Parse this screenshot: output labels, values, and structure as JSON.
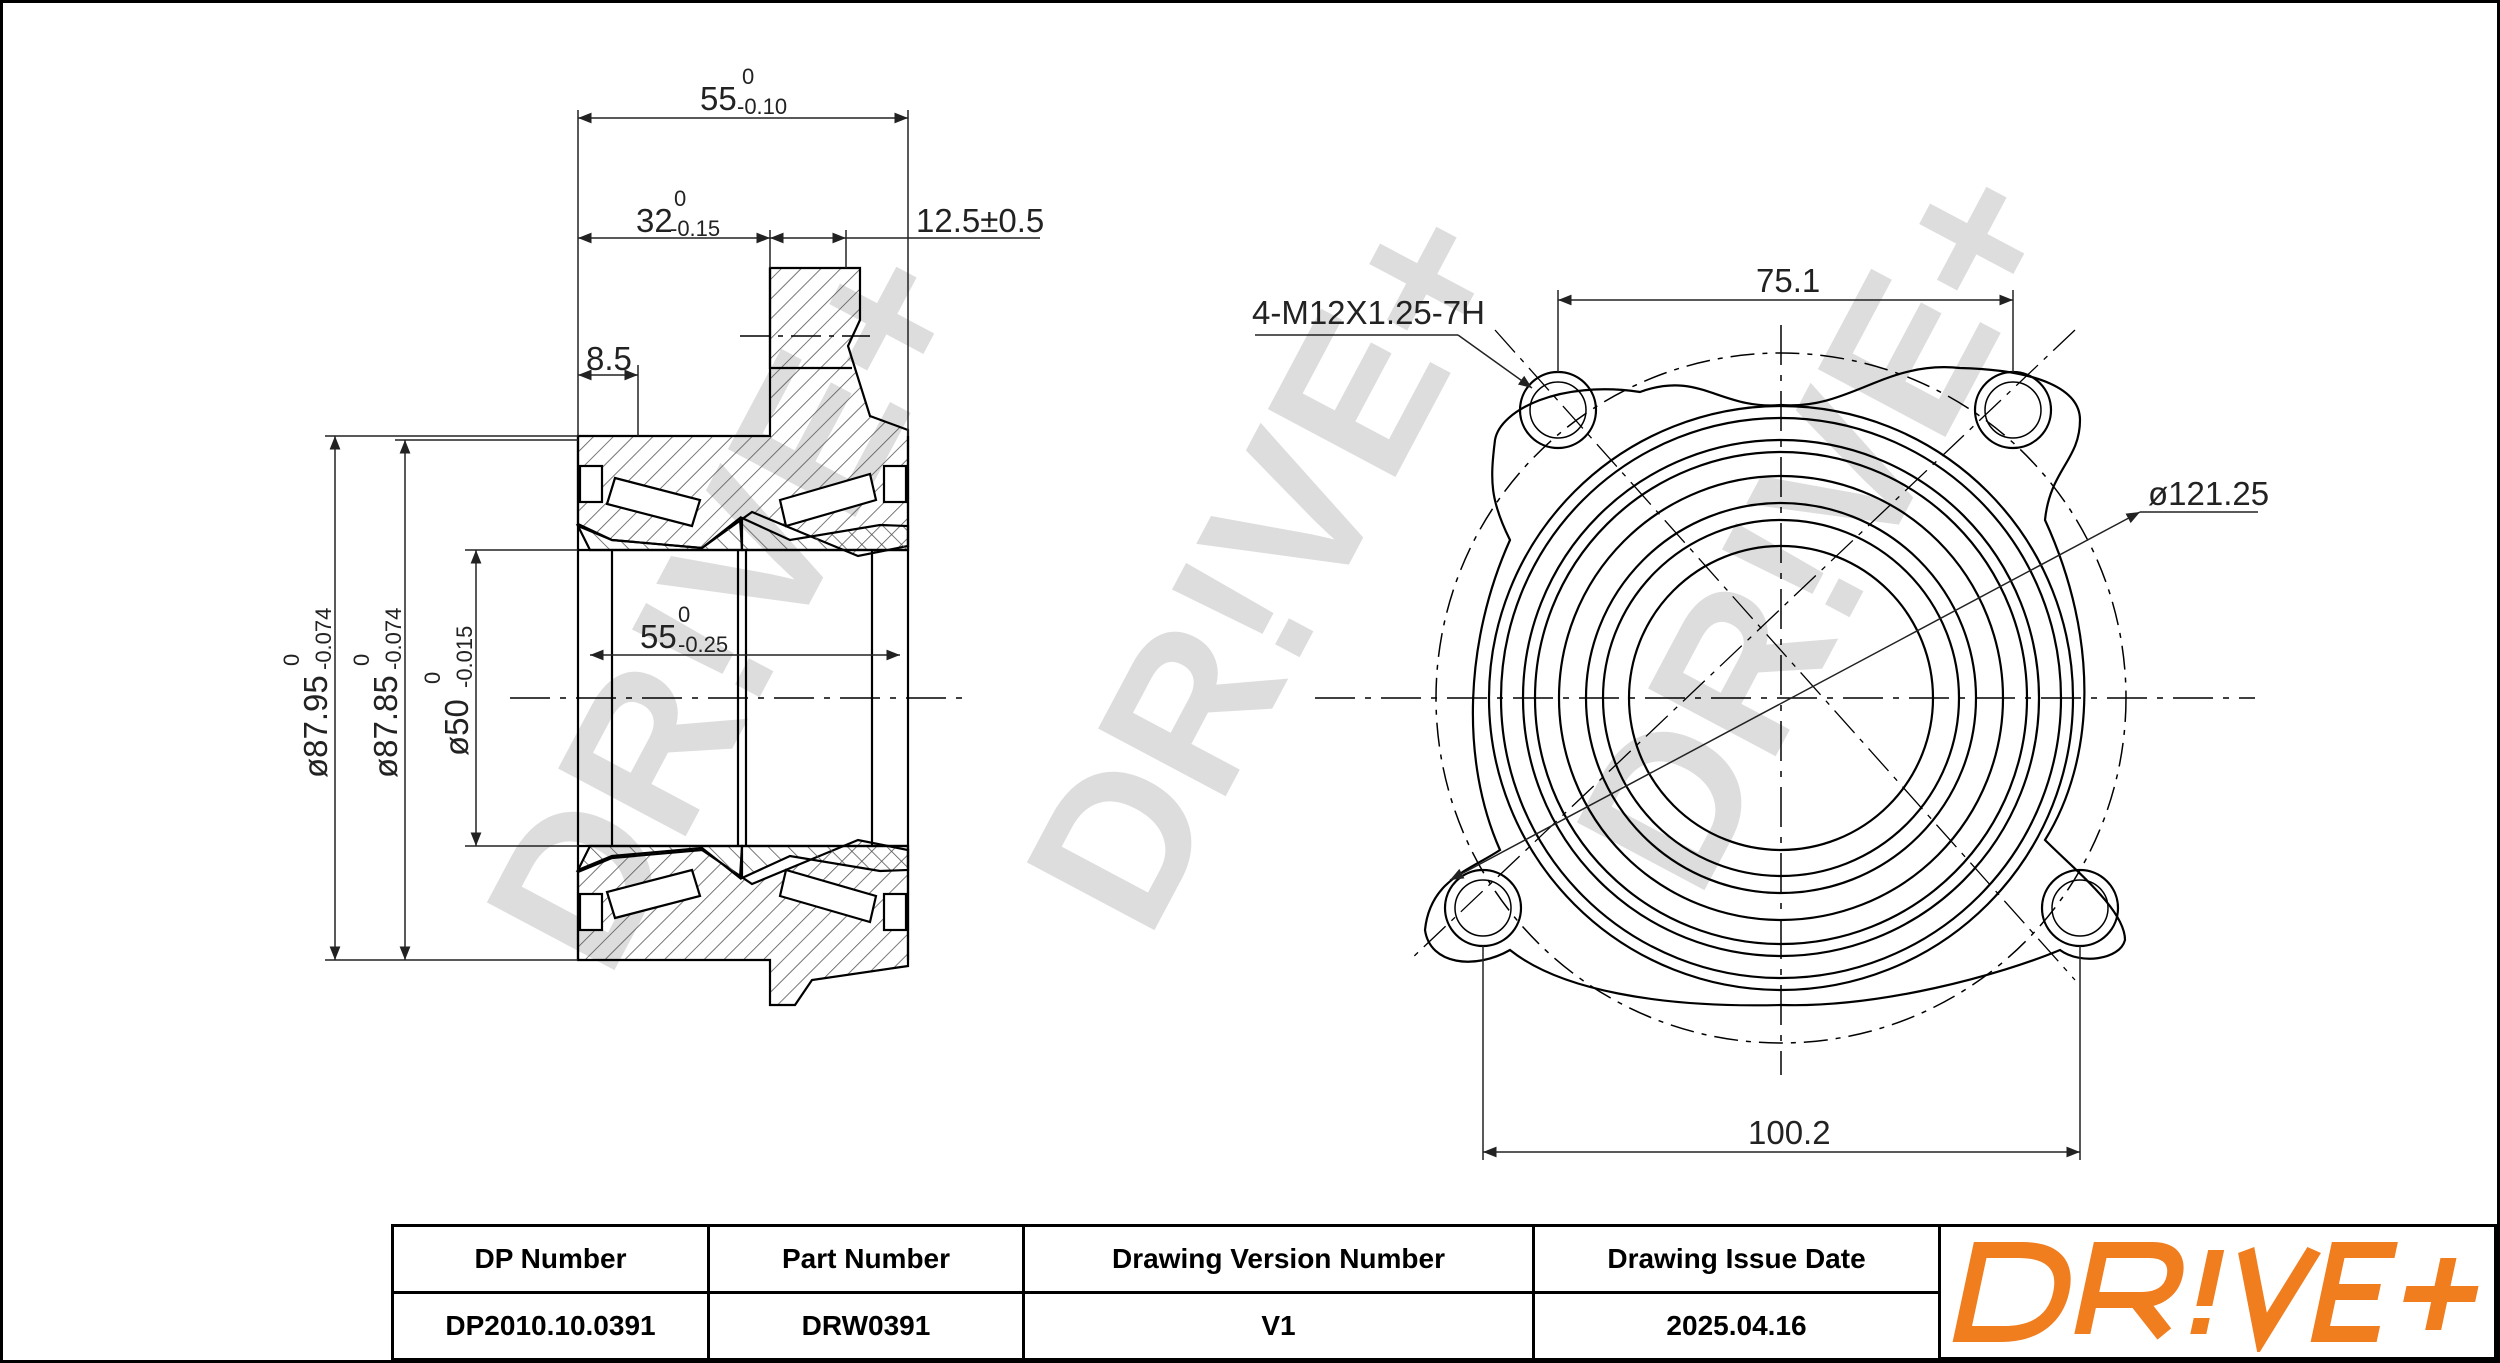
{
  "drawing": {
    "side_view": {
      "overall_width": "55",
      "overall_width_tol_upper": "0",
      "overall_width_tol_lower": "-0.10",
      "flange_offset": "32",
      "flange_offset_tol_upper": "0",
      "flange_offset_tol_lower": "-0.15",
      "flange_thickness": "12.5±0.5",
      "seal_offset": "8.5",
      "inner_width": "55",
      "inner_width_tol_upper": "0",
      "inner_width_tol_lower": "-0.25",
      "outer_diameter_1": "ø87.95",
      "outer_diameter_1_tol_upper": "0",
      "outer_diameter_1_tol_lower": "-0.074",
      "outer_diameter_2": "ø87.85",
      "outer_diameter_2_tol_upper": "0",
      "outer_diameter_2_tol_lower": "-0.074",
      "bore_diameter": "ø50",
      "bore_diameter_tol_upper": "0",
      "bore_diameter_tol_lower": "-0.015"
    },
    "front_view": {
      "thread_label": "4-M12X1.25-7H",
      "bolt_spacing_top": "75.1",
      "pitch_circle_diameter": "ø121.25",
      "bolt_spacing_bottom": "100.2"
    },
    "watermark": "DR!VE+"
  },
  "title_block": {
    "headers": [
      "DP Number",
      "Part Number",
      "Drawing Version Number",
      "Drawing Issue Date"
    ],
    "values": [
      "DP2010.10.0391",
      "DRW0391",
      "V1",
      "2025.04.16"
    ],
    "logo_text": "DR!VE+",
    "logo_color": "#F07D1E"
  }
}
